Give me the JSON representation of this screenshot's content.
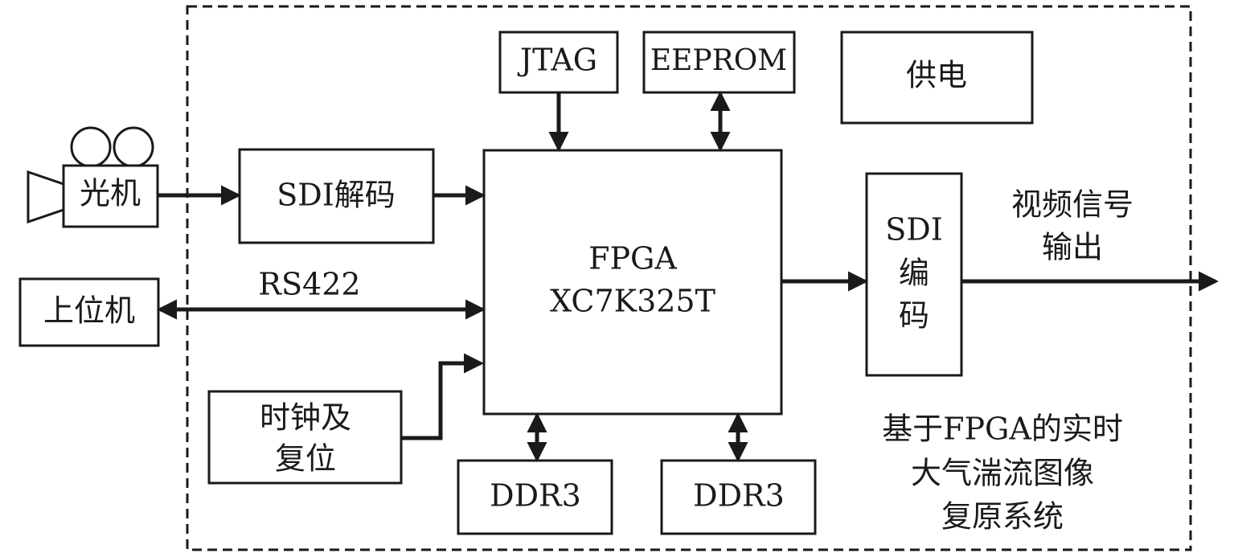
{
  "blocks": {
    "camera": "光机",
    "sdi_decode": "SDI解码",
    "fpga": [
      "FPGA",
      "XC7K325T"
    ],
    "host": "上位机",
    "clock_reset": [
      "时钟及",
      "复位"
    ],
    "jtag": "JTAG",
    "eeprom": "EEPROM",
    "power": "供电",
    "sdi_encode": [
      "SDI",
      "编",
      "码"
    ],
    "ddr3_left": "DDR3",
    "ddr3_right": "DDR3"
  },
  "labels": {
    "rs422": "RS422",
    "video_output": [
      "视频信号",
      "输出"
    ],
    "system_title": [
      "基于FPGA的实时",
      "大气湍流图像",
      "复原系统"
    ]
  },
  "colors": {
    "stroke": "#1a1a1a",
    "background": "#ffffff"
  }
}
